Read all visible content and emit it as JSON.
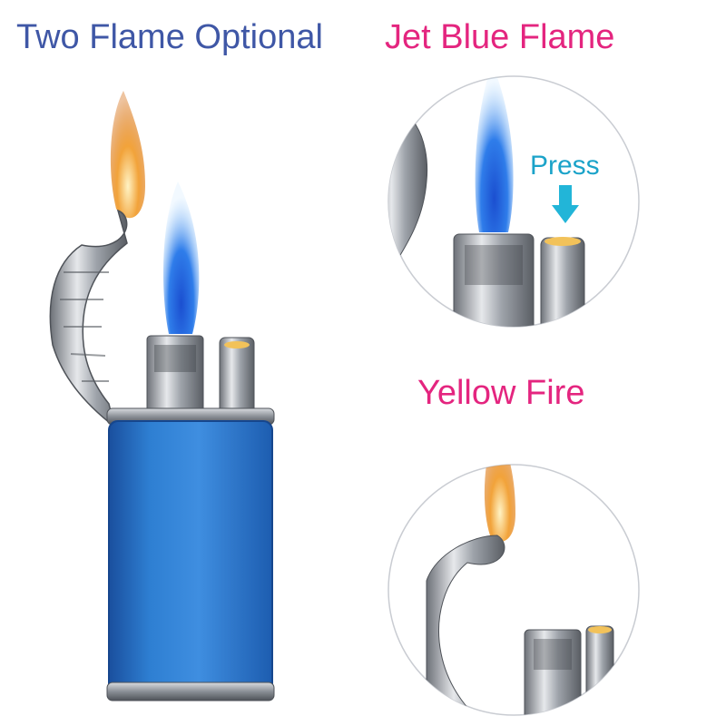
{
  "headings": {
    "main": "Two Flame Optional",
    "jet": "Jet Blue Flame",
    "press": "Press",
    "yellow": "Yellow Fire"
  },
  "colors": {
    "main_heading": "#3f57a6",
    "jet_heading": "#e4257f",
    "yellow_heading": "#e4257f",
    "press_text": "#1ba3c9",
    "press_arrow": "#22b5d8",
    "lighter_body": "#2e7fd2",
    "lighter_body_dark": "#1a4f9e",
    "chrome_light": "#e6e8eb",
    "chrome_dark": "#6d7178",
    "blue_flame": "#2f7dea",
    "yellow_flame": "#f2a33a",
    "circle_outline": "#c9ccd2"
  },
  "icons": {
    "press_arrow": "arrow-down-icon"
  }
}
